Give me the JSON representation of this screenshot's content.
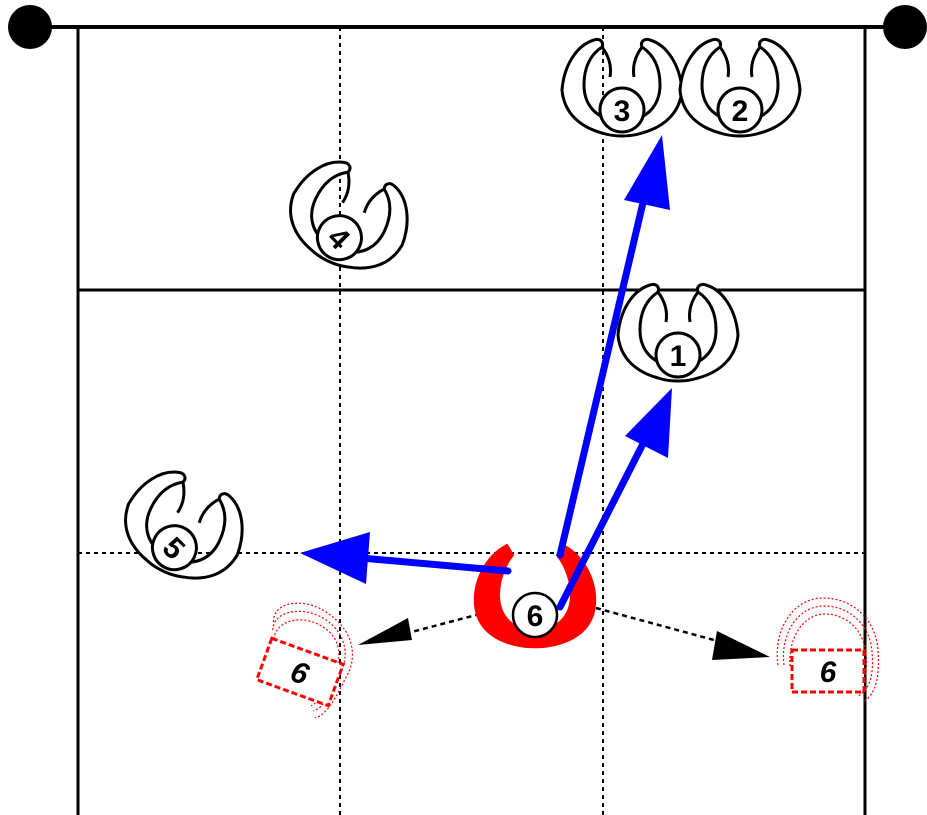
{
  "diagram": {
    "colors": {
      "court_line": "#000000",
      "player_outline": "#000000",
      "player_fill": "#ffffff",
      "active_player": "#ff0000",
      "ghost_player": "#ff0000",
      "set_arrow": "#0000ff",
      "move_arrow": "#000000"
    },
    "players": [
      {
        "id": "p1",
        "label": "1"
      },
      {
        "id": "p2",
        "label": "2"
      },
      {
        "id": "p3",
        "label": "3"
      },
      {
        "id": "p4",
        "label": "4"
      },
      {
        "id": "p5",
        "label": "5"
      }
    ],
    "active_player": {
      "label": "6"
    },
    "ghost_players": [
      {
        "id": "ghost-left",
        "label": "6"
      },
      {
        "id": "ghost-right",
        "label": "6"
      }
    ]
  }
}
